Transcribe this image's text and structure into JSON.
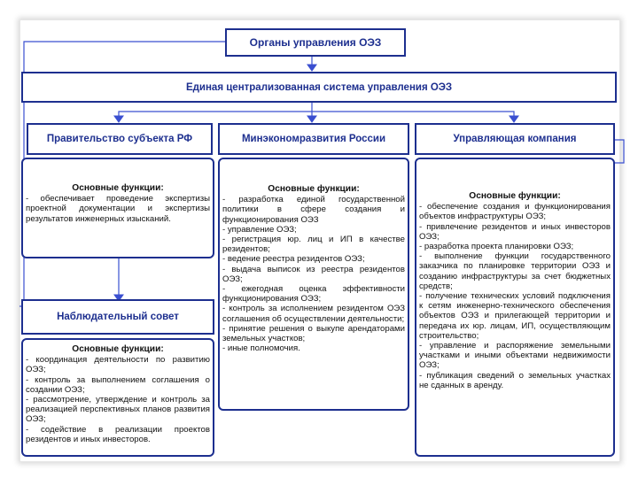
{
  "title": "Органы управления ОЭЗ",
  "central": "Единая централизованная система управления ОЭЗ",
  "government": {
    "label": "Правительство субъекта РФ",
    "heading": "Основные функции:",
    "items": [
      "- обеспечивает проведение экспертизы проектной документации и экспертизы результатов инженерных изысканий."
    ]
  },
  "ministry": {
    "label": "Минэкономразвития России",
    "heading": "Основные функции:",
    "items": [
      "- разработка единой государственной политики в сфере создания и функционирования ОЭЗ",
      "- управление ОЭЗ;",
      "- регистрация юр. лиц и ИП в качестве резидентов;",
      "- ведение реестра резидентов ОЭЗ;",
      "- выдача выписок из реестра резидентов ОЭЗ;",
      "- ежегодная оценка эффективности функционирования ОЭЗ;",
      "- контроль за исполнением резидентом ОЭЗ соглашения об осуществлении деятельности;",
      "- принятие решения о выкупе арендаторами земельных участков;",
      "- иные полномочия."
    ]
  },
  "company": {
    "label": "Управляющая компания",
    "heading": "Основные функции:",
    "items": [
      "- обеспечение создания и функционирования объектов инфраструктуры ОЭЗ;",
      "- привлечение резидентов и иных инвесторов ОЭЗ;",
      "- разработка проекта планировки ОЭЗ;",
      "- выполнение функции государственного заказчика по планировке территории ОЭЗ и созданию инфраструктуры за счет бюджетных средств;",
      "- получение технических условий подключения к сетям инженерно-технического обеспечения объектов ОЭЗ и прилегающей территории и передача их юр. лицам, ИП, осуществляющим строительство;",
      "- управление и распоряжение земельными участками и иными объектами недвижимости ОЭЗ;",
      "- публикация сведений о земельных участках не сданных в аренду."
    ]
  },
  "council": {
    "label": "Наблюдательный совет",
    "heading": "Основные функции:",
    "items": [
      "- координация деятельности по развитию ОЭЗ;",
      "- контроль за выполнением соглашения о создании ОЭЗ;",
      "- рассмотрение, утверждение и контроль за реализацией перспективных планов развития ОЭЗ;",
      "- содействие в реализации проектов резидентов и иных инвесторов."
    ]
  },
  "colors": {
    "primary": "#1d2f8f",
    "connector": "#3a4fd0",
    "text": "#111111"
  }
}
